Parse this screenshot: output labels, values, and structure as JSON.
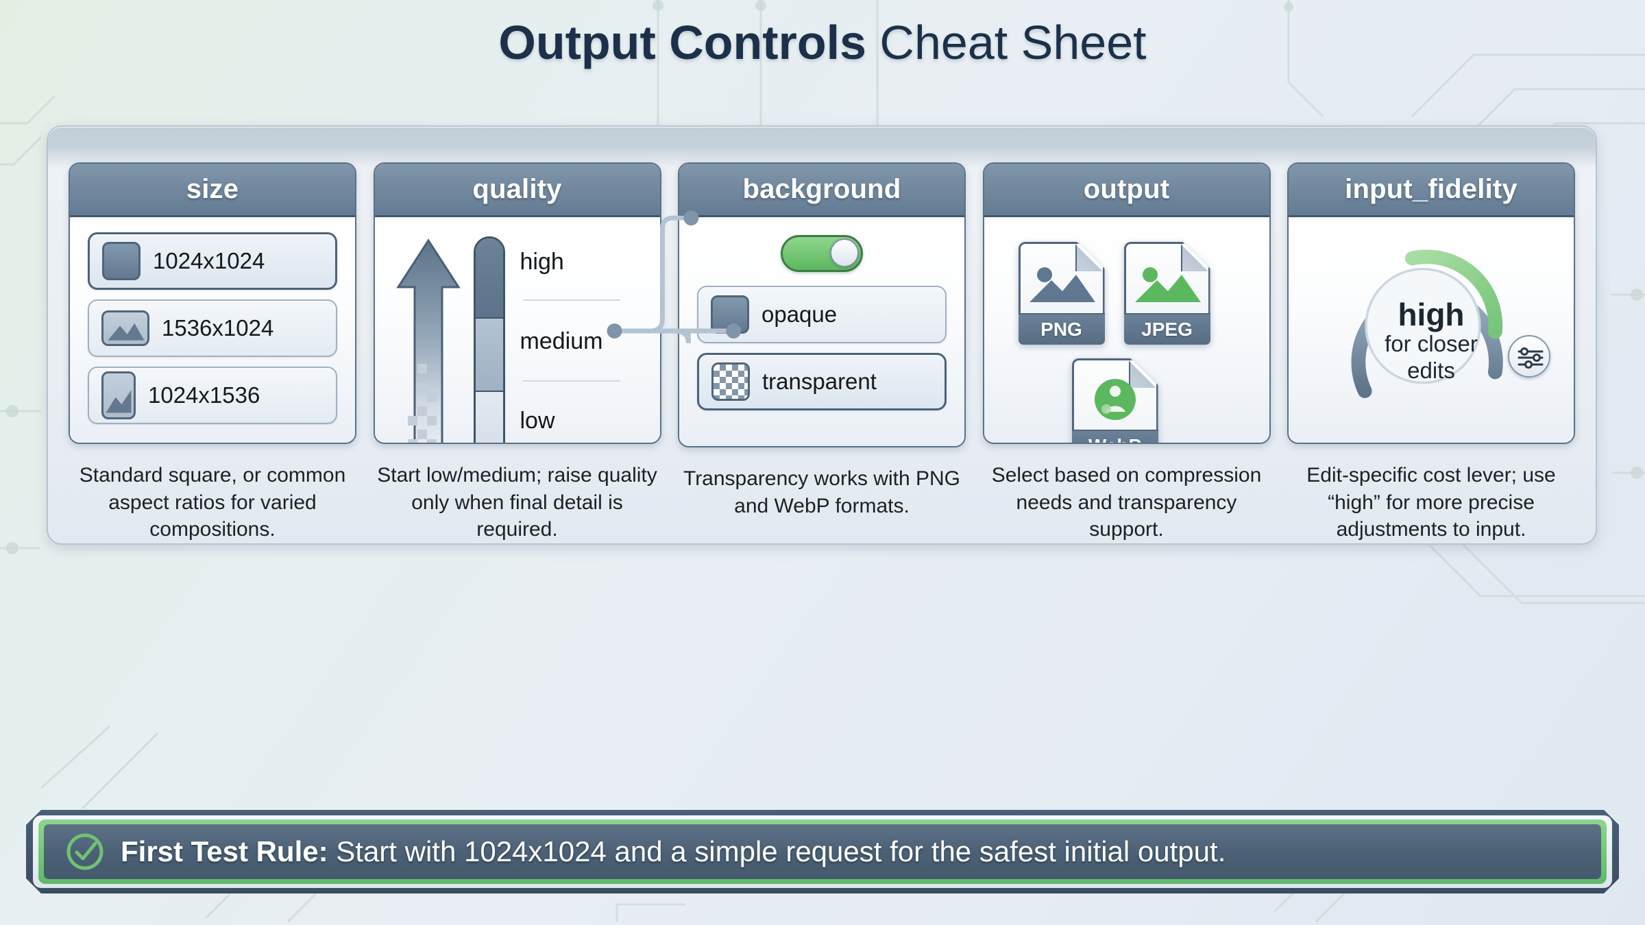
{
  "title": {
    "bold": "Output Controls",
    "light": "Cheat Sheet"
  },
  "columns": [
    {
      "header": "size",
      "type": "options",
      "options": [
        {
          "label": "1024x1024",
          "icon": "square-thumbnail-icon",
          "selected": true
        },
        {
          "label": "1536x1024",
          "icon": "landscape-image-icon",
          "selected": false
        },
        {
          "label": "1024x1536",
          "icon": "portrait-image-icon",
          "selected": false
        }
      ],
      "caption": "Standard square, or common aspect ratios for varied compositions."
    },
    {
      "header": "quality",
      "type": "gauge",
      "levels": [
        "high",
        "medium",
        "low"
      ],
      "arrow_icon": "upward-gradient-arrow-icon",
      "caption": "Start low/medium; raise quality only when final detail is required."
    },
    {
      "header": "background",
      "type": "toggle-options",
      "toggle": {
        "name": "transparency-toggle",
        "state": "on",
        "color": "#5cb85f"
      },
      "options": [
        {
          "label": "opaque",
          "icon": "solid-square-icon",
          "selected": false
        },
        {
          "label": "transparent",
          "icon": "checkerboard-icon",
          "selected": true
        }
      ],
      "caption": "Transparency works with PNG and WebP formats."
    },
    {
      "header": "output",
      "type": "files",
      "files": [
        {
          "label": "PNG",
          "glyph": "image-file-icon",
          "color": "#5f7790"
        },
        {
          "label": "JPEG",
          "glyph": "image-file-icon",
          "color": "#5cb85f"
        },
        {
          "label": "WebP",
          "glyph": "webp-sphere-icon",
          "color": "#5cb85f"
        }
      ],
      "caption": "Select based on compression needs and transparency support."
    },
    {
      "header": "input_fidelity",
      "type": "dial",
      "dial": {
        "value": "high",
        "sub_line1": "for closer",
        "sub_line2": "edits",
        "arc_color": "#8ed68c",
        "track_color": "#7d93a9",
        "knob_icon": "sliders-icon"
      },
      "caption": "Edit-specific cost lever; use “high” for more precise adjustments to input."
    }
  ],
  "footer": {
    "icon": "check-circle-icon",
    "bold": "First Test Rule:",
    "text": " Start with 1024x1024 and a simple request for the safest initial output."
  },
  "colors": {
    "header_bar": "#73899f",
    "panel_border": "#5a7187",
    "accent_green": "#5cb85f",
    "text_dark": "#1c2025",
    "background": "#e6eff0"
  }
}
